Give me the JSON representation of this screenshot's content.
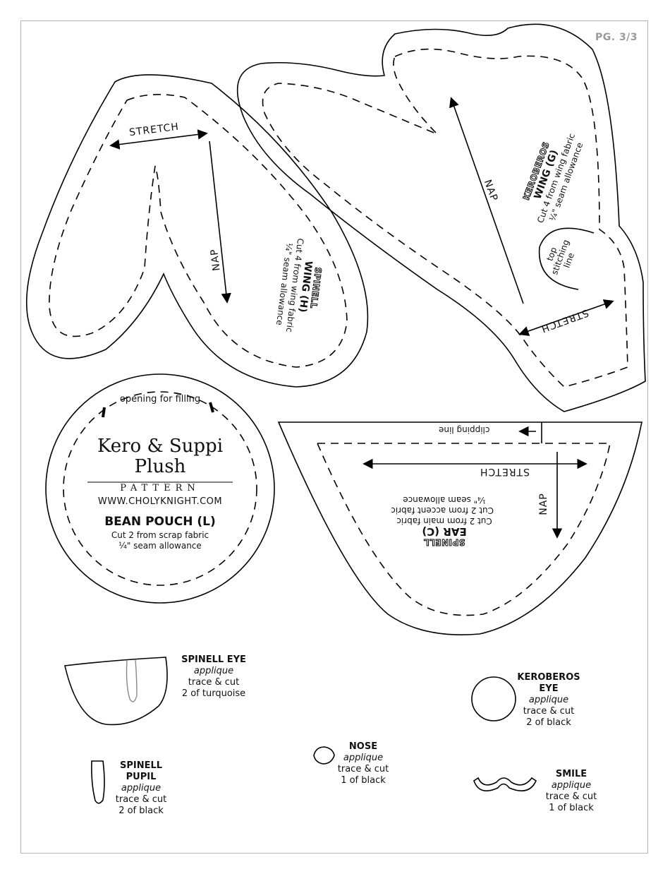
{
  "page_number": "PG. 3/3",
  "pieces": {
    "wing_h": {
      "stretch": "STRETCH",
      "nap": "NAP",
      "character": "SPINELL",
      "title": "WING (H)",
      "cut": "Cut 4 from wing fabric",
      "seam": "¼\" seam allowance"
    },
    "wing_g": {
      "character": "KEROBEROS",
      "title": "WING (G)",
      "cut": "Cut 4 from wing fabric",
      "seam": "¼\" seam allowance",
      "nap": "NAP",
      "top_stitching": "top stitching line",
      "stretch": "STRETCH"
    },
    "bean_pouch": {
      "opening": "opening for filling",
      "brand_line1": "Kero & Suppi",
      "brand_line2": "Plush",
      "pattern_word": "PATTERN",
      "website": "WWW.CHOLYKNIGHT.COM",
      "title": "BEAN POUCH (L)",
      "cut": "Cut 2 from scrap fabric",
      "seam": "¼\" seam allowance"
    },
    "ear_c": {
      "clipping": "clipping line",
      "stretch": "STRETCH",
      "nap": "NAP",
      "character": "SPINELL",
      "title": "EAR (C)",
      "cut_main": "Cut 2 from main fabric",
      "cut_accent": "Cut 2 from accent fabric",
      "seam": "¼\" seam allowance"
    },
    "spinell_eye": {
      "title": "SPINELL EYE",
      "type": "applique",
      "action": "trace & cut",
      "qty": "2 of turquoise"
    },
    "keroberos_eye": {
      "title_line1": "KEROBEROS",
      "title_line2": "EYE",
      "type": "applique",
      "action": "trace & cut",
      "qty": "2 of black"
    },
    "spinell_pupil": {
      "title_line1": "SPINELL",
      "title_line2": "PUPIL",
      "type": "applique",
      "action": "trace & cut",
      "qty": "2 of black"
    },
    "nose": {
      "title": "NOSE",
      "type": "applique",
      "action": "trace & cut",
      "qty": "1 of black"
    },
    "smile": {
      "title": "SMILE",
      "type": "applique",
      "action": "trace & cut",
      "qty": "1 of black"
    }
  }
}
